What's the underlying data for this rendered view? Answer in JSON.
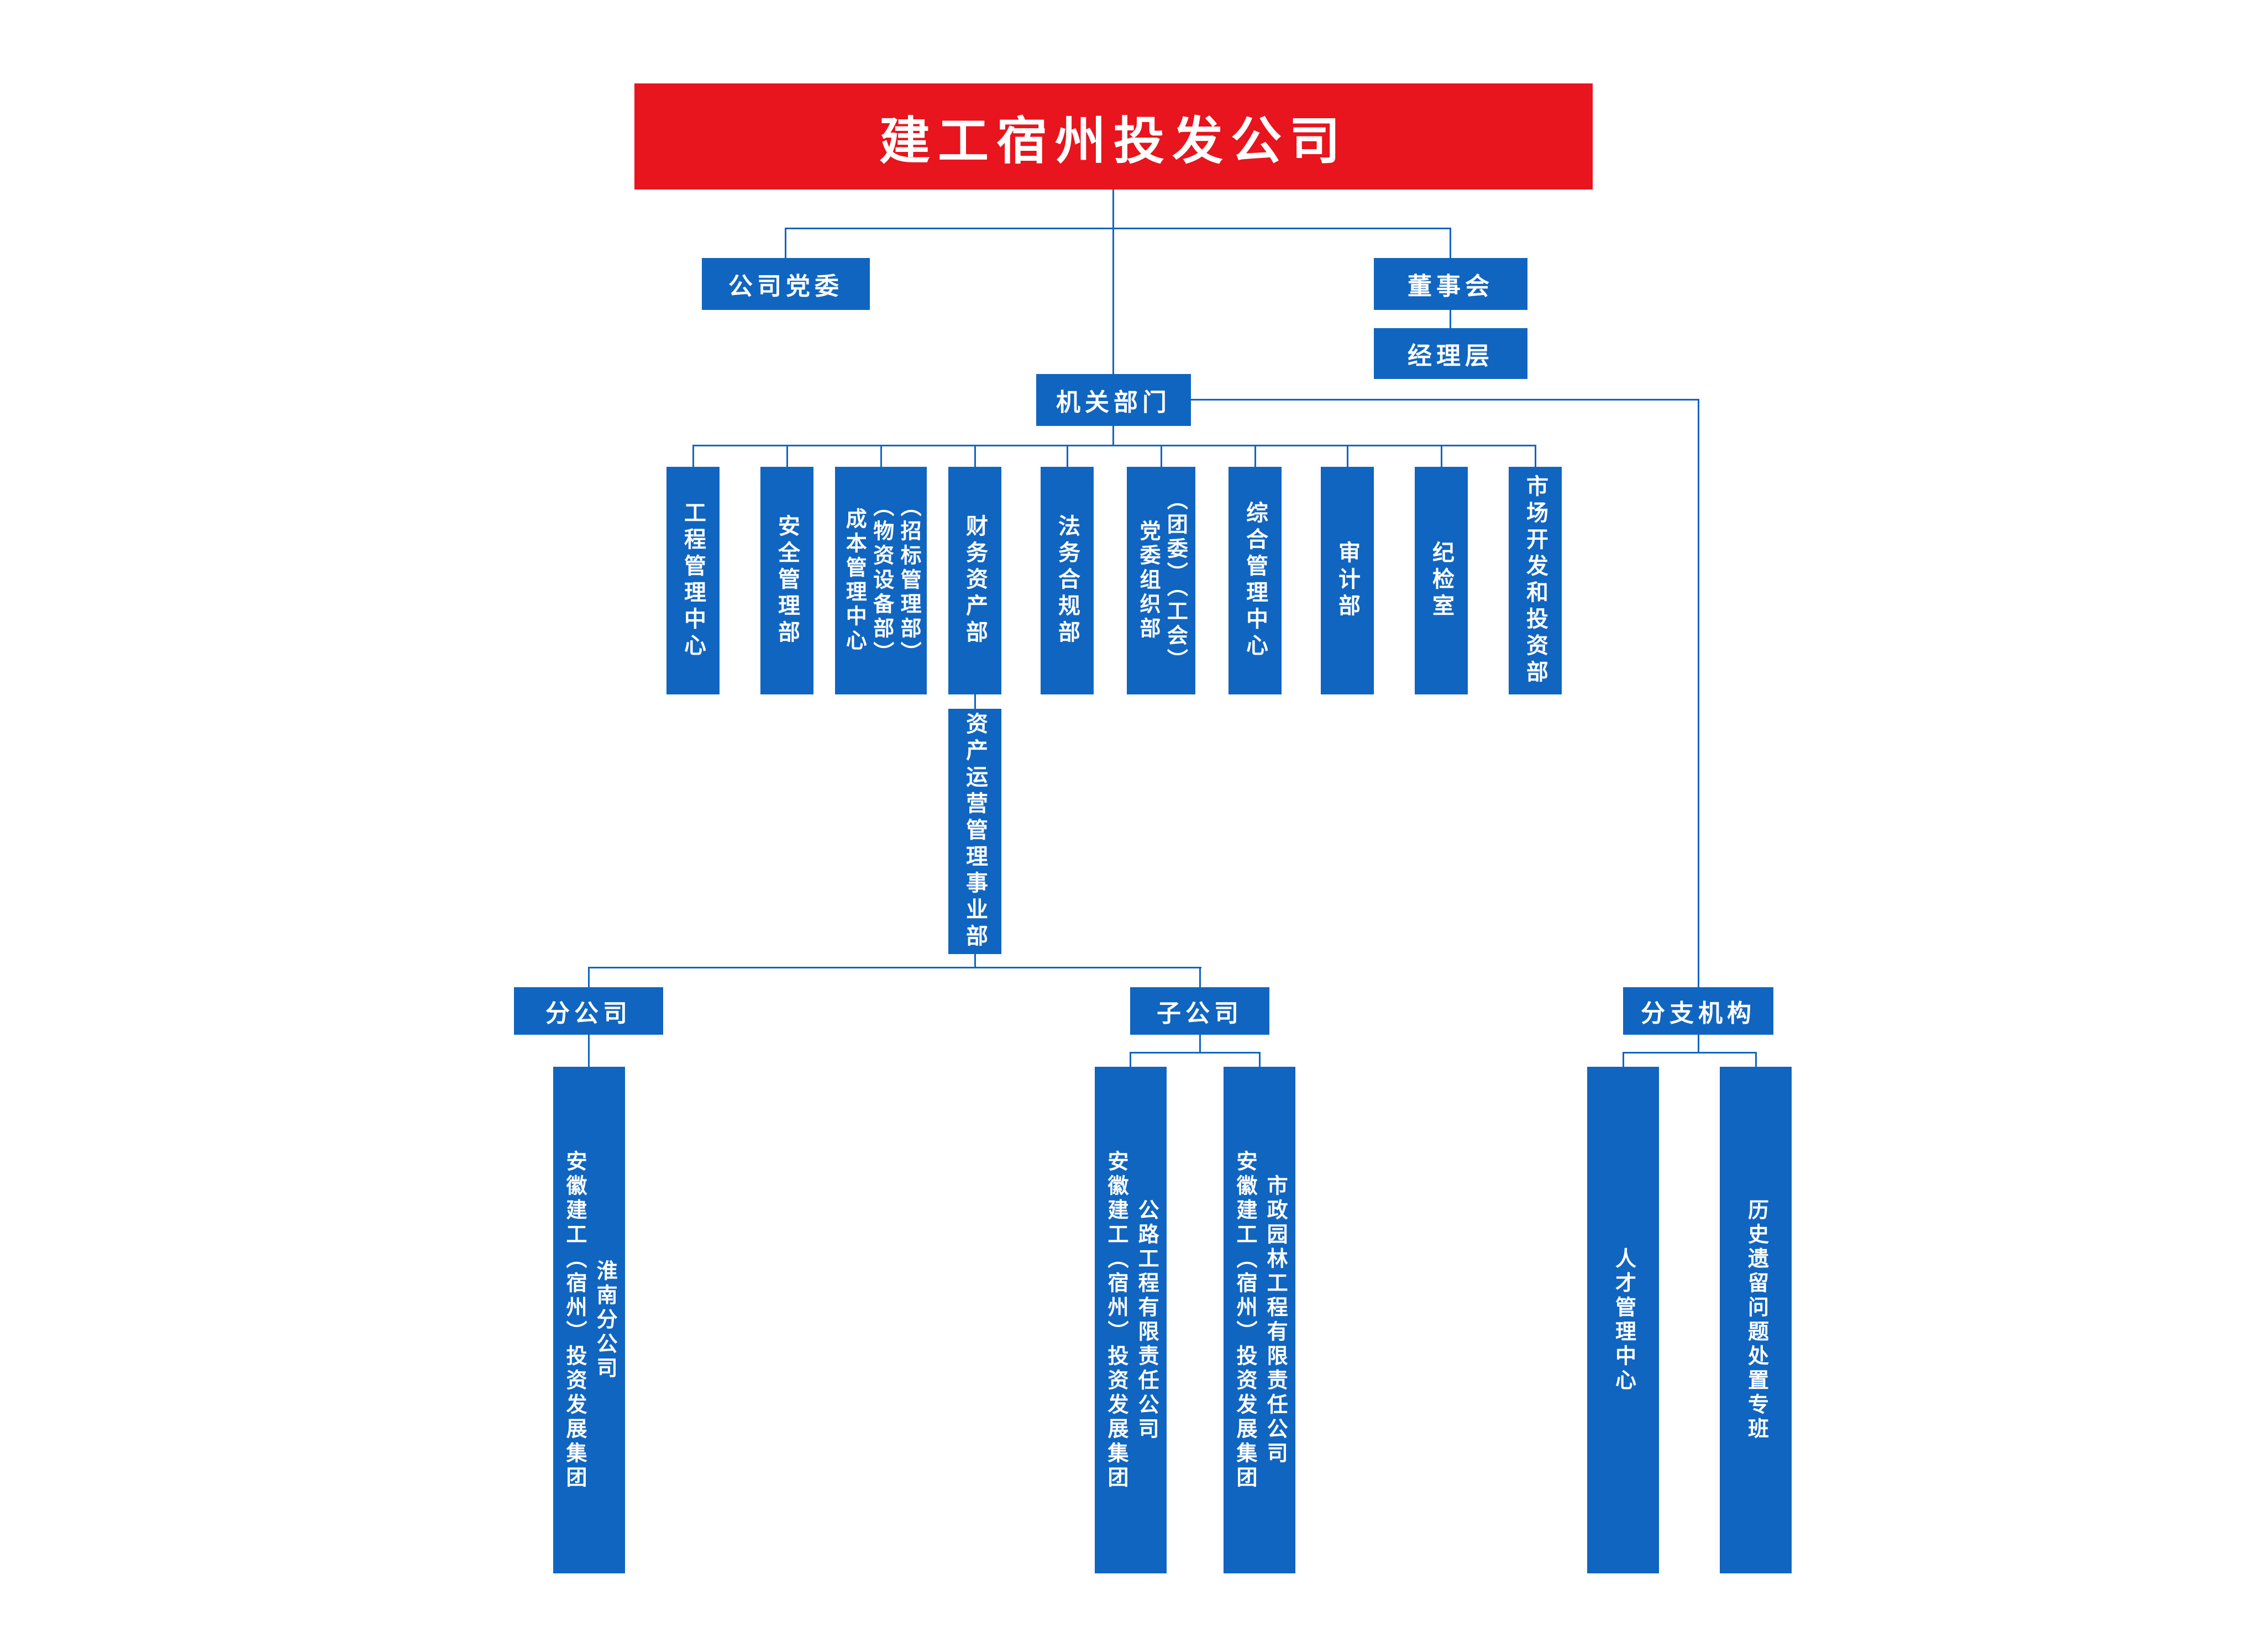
{
  "colors": {
    "banner_red": "#e8141e",
    "box_blue": "#1065c0",
    "line_blue": "#1065c0",
    "background": "#ffffff",
    "text_white": "#ffffff"
  },
  "banner": {
    "title": "建工宿州投发公司"
  },
  "nodes": {
    "party": "公司党委",
    "board": "董事会",
    "managers": "经理层",
    "hq": "机关部门",
    "branch_company": "分公司",
    "subsidiaries": "子公司",
    "branch_org": "分支机构"
  },
  "departments": [
    {
      "lines": [
        "工程管理中心"
      ]
    },
    {
      "lines": [
        "安全管理部"
      ]
    },
    {
      "lines": [
        "成本管理中心",
        "（物资设备部）",
        "（招标管理部）"
      ]
    },
    {
      "lines": [
        "财务资产部"
      ]
    },
    {
      "lines": [
        "法务合规部"
      ]
    },
    {
      "lines": [
        "党委组织部",
        "（团委）（工会）"
      ]
    },
    {
      "lines": [
        "综合管理中心"
      ]
    },
    {
      "lines": [
        "审计部"
      ]
    },
    {
      "lines": [
        "纪检室"
      ]
    },
    {
      "lines": [
        "市场开发和投资部"
      ]
    }
  ],
  "asset_dept": {
    "lines": [
      "资产运营管理事业部"
    ]
  },
  "branch_children": [
    {
      "lines": [
        "安徽建工（宿州）投资发展集团",
        "淮南分公司"
      ]
    }
  ],
  "subsidiary_children": [
    {
      "lines": [
        "安徽建工（宿州）投资发展集团",
        "公路工程有限责任公司"
      ]
    },
    {
      "lines": [
        "安徽建工（宿州）投资发展集团",
        "市政园林工程有限责任公司"
      ]
    }
  ],
  "branch_org_children": [
    {
      "lines": [
        "人才管理中心"
      ]
    },
    {
      "lines": [
        "历史遗留问题处置专班"
      ]
    }
  ]
}
